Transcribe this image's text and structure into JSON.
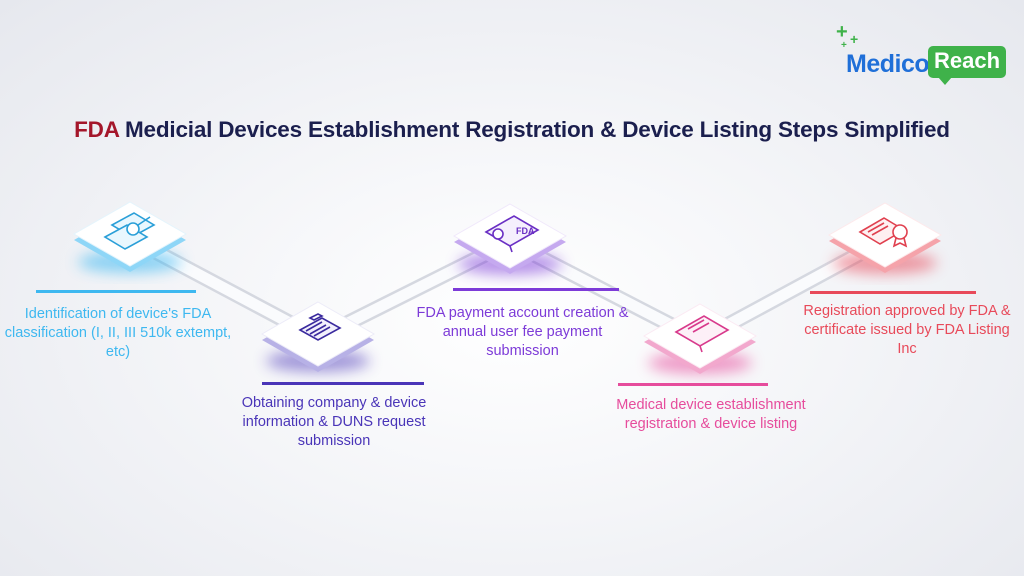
{
  "logo": {
    "part1": "Medico",
    "part2": "Reach"
  },
  "title": {
    "highlight": "FDA",
    "rest": " Medicial Devices Establishment Registration & Device Listing Steps Simplified"
  },
  "colors": {
    "step1": "#3eb8f0",
    "step2": "#4a35b8",
    "step3": "#7d3bd8",
    "step4": "#e64c9c",
    "step5": "#e84a5a",
    "title": "#1b1f4e",
    "title_highlight": "#a4162a"
  },
  "steps": [
    {
      "icon": "classification-document-icon",
      "text": "Identification of device's FDA classification (I, II, III 510k extempt, etc)"
    },
    {
      "icon": "clipboard-form-icon",
      "text": "Obtaining company & device information & DUNS request submission"
    },
    {
      "icon": "fda-payment-monitor-icon",
      "text": "FDA payment account creation & annual user fee payment submission"
    },
    {
      "icon": "registration-monitor-icon",
      "text": "Medical device establishment registration & device listing"
    },
    {
      "icon": "certificate-badge-icon",
      "text": "Registration approved by FDA & certificate issued by FDA Listing Inc"
    }
  ],
  "icon_labels": {
    "fda": "FDA"
  }
}
